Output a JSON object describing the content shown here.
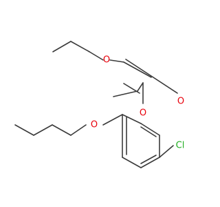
{
  "molecule": {
    "atoms": {
      "O_ester": {
        "label": "O",
        "color": "#e8000b"
      },
      "O_carbonyl_ester": {
        "label": "O",
        "color": "#e8000b"
      },
      "O_ketone": {
        "label": "O",
        "color": "#e8000b"
      },
      "O_ether": {
        "label": "O",
        "color": "#e8000b"
      },
      "Cl": {
        "label": "Cl",
        "color": "#1fae1f"
      }
    },
    "bond_color": "#3a3a3a"
  }
}
